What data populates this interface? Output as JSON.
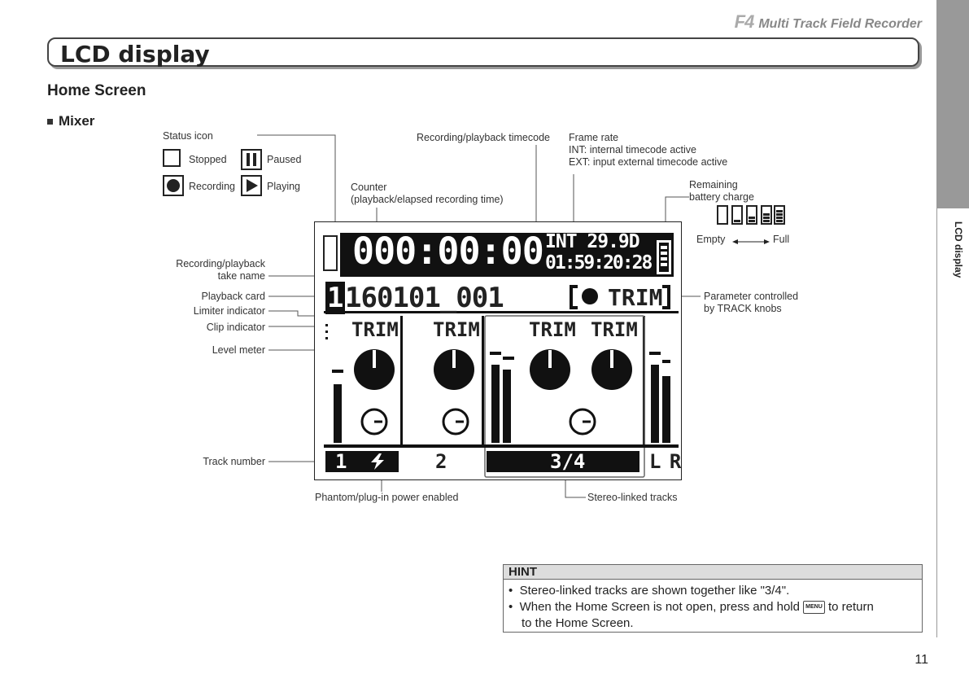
{
  "header": {
    "brand_logo": "F4",
    "brand_title": "Multi Track Field Recorder"
  },
  "side_tab": {
    "label": "LCD display"
  },
  "page_title": "LCD display",
  "section_title": "Home Screen",
  "subsection_title": "Mixer",
  "status_icons": {
    "heading": "Status icon",
    "stopped": "Stopped",
    "paused": "Paused",
    "recording": "Recording",
    "playing": "Playing"
  },
  "callouts": {
    "rec_timecode": "Recording/playback timecode",
    "frame_rate": "Frame rate\nINT: internal timecode active\nEXT: input external timecode active",
    "counter": "Counter\n(playback/elapsed recording time)",
    "battery": "Remaining\nbattery charge",
    "battery_empty": "Empty",
    "battery_full": "Full",
    "take_name": "Recording/playback\ntake name",
    "playback_card": "Playback card",
    "limiter": "Limiter indicator",
    "clip": "Clip indicator",
    "level_meter": "Level meter",
    "parameter": "Parameter controlled\nby TRACK knobs",
    "track_number": "Track number",
    "phantom": "Phantom/plug-in power enabled",
    "stereo_linked": "Stereo-linked tracks"
  },
  "lcd": {
    "counter": "000:00:00",
    "frame_rate": "INT 29.9D",
    "timecode": "01:59:20:28",
    "card": "1",
    "take": "160101_001",
    "param": "TRIM",
    "trim_label": "TRIM",
    "tracks": [
      "1",
      "2",
      "3",
      "4"
    ],
    "stereo_label": "3/4",
    "lr": "L R"
  },
  "hint": {
    "title": "HINT",
    "item1": "Stereo-linked tracks are shown together like \"3/4\".",
    "item2_pre": "When the Home Screen is not open, press and hold",
    "menu_key": "MENU",
    "item2_post": "to return",
    "item2_cont": "to the Home Screen."
  },
  "page_number": "11"
}
